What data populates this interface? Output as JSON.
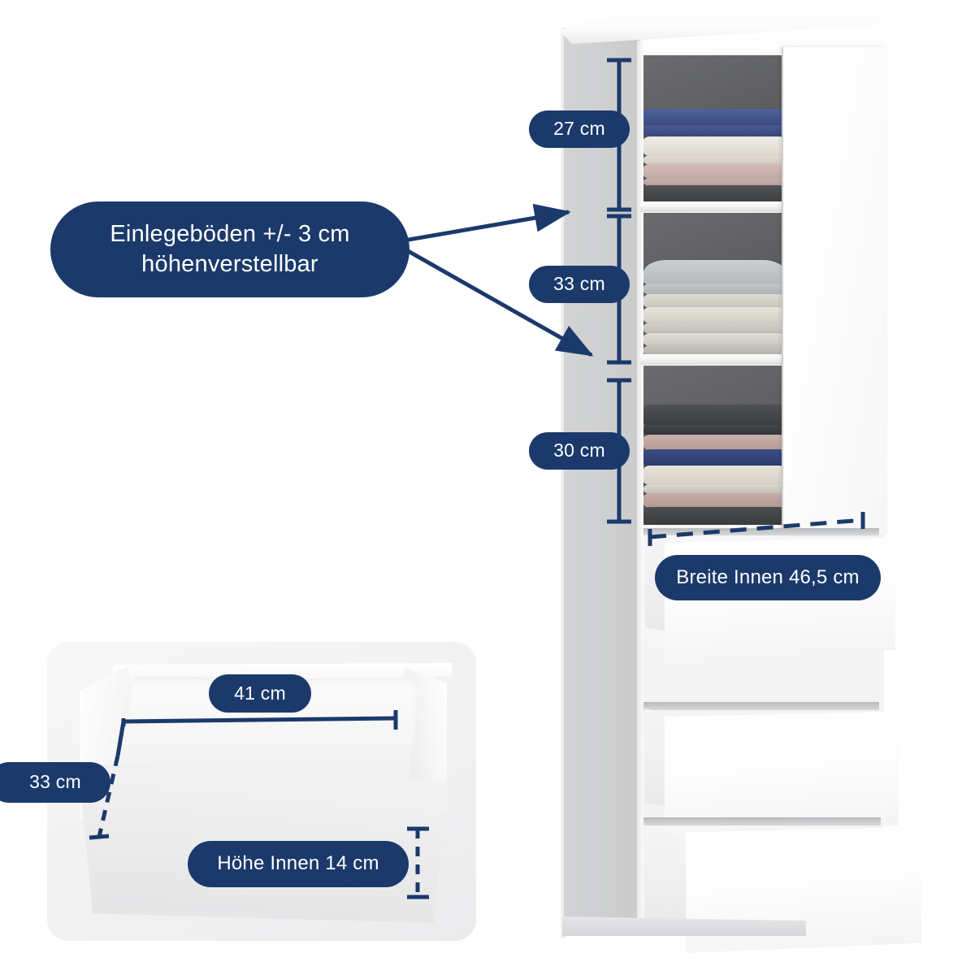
{
  "theme": {
    "navy": "#1b3a6b",
    "background": "#ffffff",
    "carcass_white": "#fbfbfc",
    "niche_gray": "#5e5f61"
  },
  "callouts": {
    "shelf_adjustable": "Einlegeböden +/- 3 cm\nhöhenverstellbar",
    "compartment_top": "27 cm",
    "compartment_middle": "33 cm",
    "compartment_bottom": "30 cm",
    "inner_width": "Breite Innen 46,5 cm",
    "drawer_width": "41 cm",
    "drawer_depth": "33 cm",
    "drawer_inner_height": "Höhe Innen 14 cm"
  },
  "cabinet": {
    "name": "Wardrobe with open compartments and three drawers",
    "door_label": "Door panel",
    "compartments": [
      {
        "id": "top",
        "height_label": "27 cm",
        "contents": "stack of folded textiles",
        "fold_colors": [
          "#3f4f86",
          "#4c5c94",
          "#e9e6df",
          "#ddd8d1",
          "#cdb6b2",
          "#c2a9a5",
          "#4b4c4e",
          "#3f4042"
        ]
      },
      {
        "id": "middle",
        "height_label": "33 cm",
        "contents": "stack of folded bed linen",
        "fold_colors": [
          "#c4c8ca",
          "#b9bec1",
          "#d8d5cd",
          "#e2dfd8",
          "#cfccc4",
          "#bdbab3",
          "#aeaba5"
        ]
      },
      {
        "id": "bottom",
        "height_label": "30 cm",
        "contents": "stack of folded knitwear",
        "fold_colors": [
          "#4a4c4e",
          "#414345",
          "#c3aaa6",
          "#b79c98",
          "#35437a",
          "#2e3b6d",
          "#e4e0d6",
          "#d6d2c8",
          "#c3aaa6",
          "#4a4c4e",
          "#3d3f41"
        ]
      }
    ],
    "drawers": [
      {
        "id": "drawer-1",
        "state": "open"
      },
      {
        "id": "drawer-2",
        "state": "open"
      },
      {
        "id": "drawer-3",
        "state": "open"
      }
    ]
  },
  "drawer_detail": {
    "name": "Single drawer cut-out view",
    "width_label": "41 cm",
    "depth_label": "33 cm",
    "inner_height_label": "Höhe Innen 14 cm"
  },
  "dimension_lines": [
    {
      "id": "dim-27",
      "orientation": "vertical",
      "style": "solid",
      "label": "27 cm"
    },
    {
      "id": "dim-33",
      "orientation": "vertical",
      "style": "solid",
      "label": "33 cm"
    },
    {
      "id": "dim-30",
      "orientation": "vertical",
      "style": "solid",
      "label": "30 cm"
    },
    {
      "id": "dim-inner-width",
      "orientation": "horizontal",
      "style": "dashed",
      "label": "Breite Innen 46,5 cm"
    },
    {
      "id": "dim-drawer-width",
      "orientation": "horizontal",
      "style": "solid",
      "label": "41 cm"
    },
    {
      "id": "dim-drawer-depth",
      "orientation": "diagonal",
      "style": "dashed",
      "label": "33 cm"
    },
    {
      "id": "dim-drawer-height",
      "orientation": "vertical",
      "style": "dashed",
      "label": "Höhe Innen 14 cm"
    }
  ],
  "leader_arrows": [
    {
      "id": "arrow-upper-shelf",
      "from": "shelf-adjustable-callout",
      "to": "upper shelf edge"
    },
    {
      "id": "arrow-lower-shelf",
      "from": "shelf-adjustable-callout",
      "to": "lower shelf edge"
    }
  ]
}
